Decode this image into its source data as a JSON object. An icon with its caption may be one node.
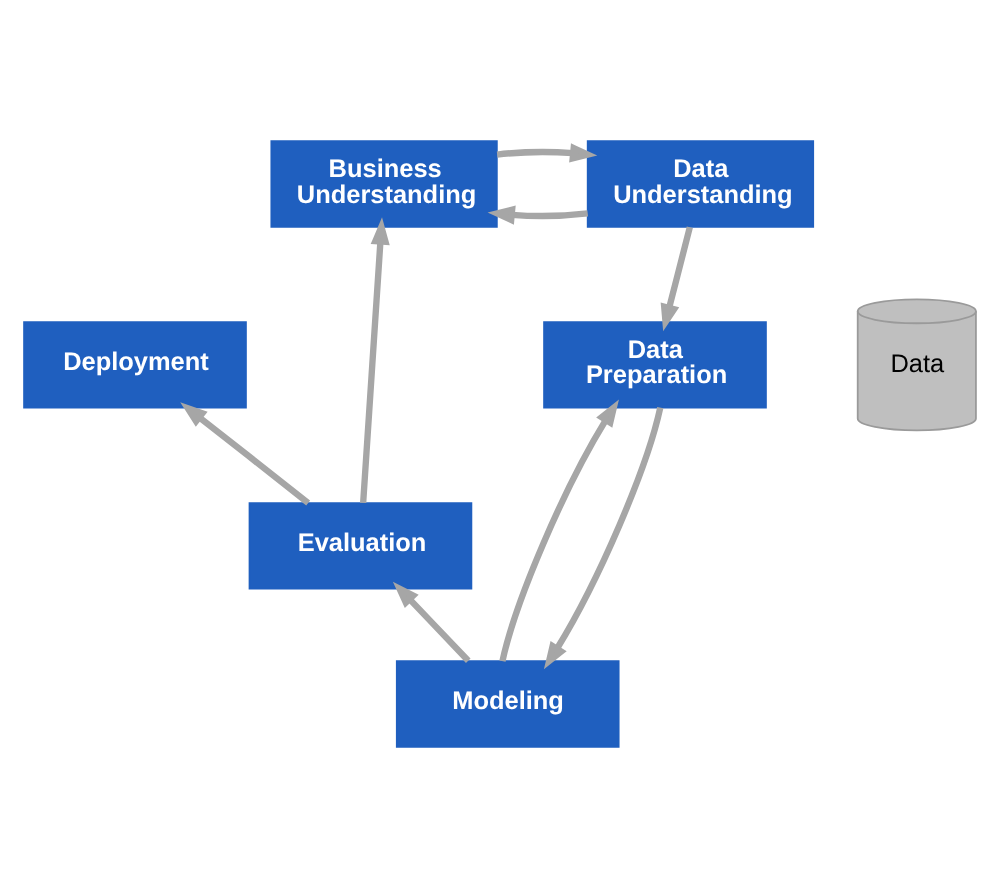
{
  "diagram": {
    "nodes": [
      {
        "text": [
          "Business Understanding"
        ]
      },
      {
        "text": [
          "Data Understanding"
        ]
      },
      {
        "text": [
          "Deployment"
        ]
      },
      {
        "text": [
          "Data"
        ]
      },
      {
        "text": [
          "Data Preparation"
        ]
      },
      {
        "text": [
          "Evaluation"
        ]
      },
      {
        "text": [
          "Modeling"
        ]
      }
    ],
    "edges": [
      {
        "from": 0,
        "to": 1,
        "arrow": "to"
      },
      {
        "from": 1,
        "to": 0,
        "arrow": "to"
      },
      {
        "from": 1,
        "to": 4,
        "arrow": "to"
      },
      {
        "from": 4,
        "to": 6,
        "arrow": "to"
      },
      {
        "from": 6,
        "to": 4,
        "arrow": "to"
      },
      {
        "from": 6,
        "to": 5,
        "arrow": "to"
      },
      {
        "from": 5,
        "to": 0,
        "arrow": "to"
      },
      {
        "from": 5,
        "to": 2,
        "arrow": "to"
      }
    ]
  }
}
